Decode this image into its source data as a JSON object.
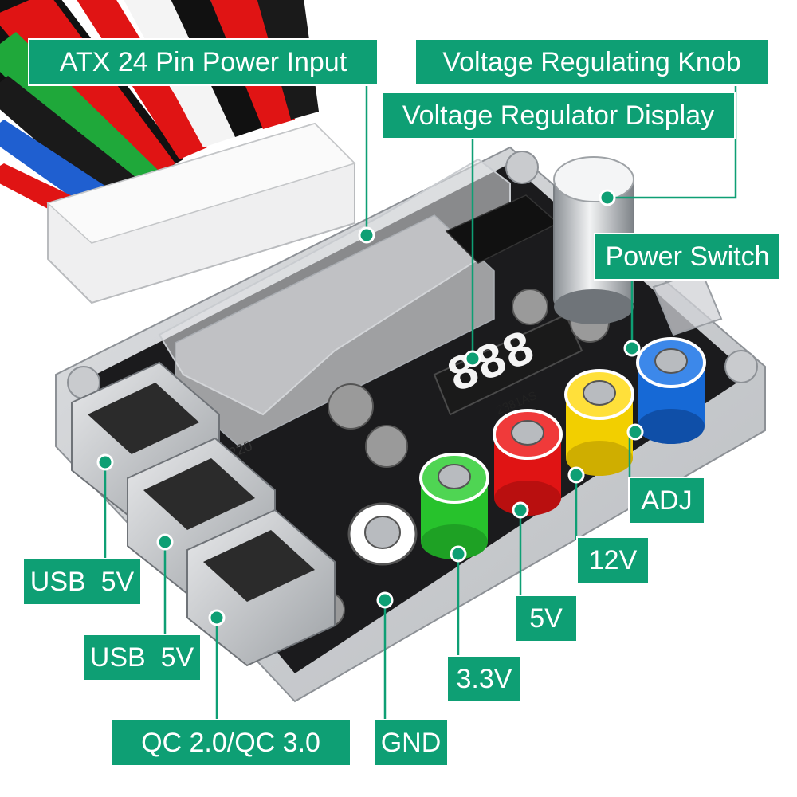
{
  "callouts": {
    "atx_input": "ATX 24 Pin Power Input",
    "knob": "Voltage Regulating Knob",
    "display": "Voltage Regulator Display",
    "power_switch": "Power Switch",
    "adj": "ADJ",
    "v12": "12V",
    "v5": "5V",
    "v33": "3.3V",
    "gnd": "GND",
    "usb_1": "USB  5V",
    "usb_2": "USB  5V",
    "qc": "QC 2.0/QC 3.0"
  },
  "pcb": {
    "display_readout": "888",
    "display_part": "2381AS",
    "inductor_mark": "220"
  },
  "colors": {
    "callout_bg": "#0e9f74",
    "callout_line": "#0e9f74",
    "pcb": "#1b1b1d",
    "post_green": "#27c22c",
    "post_red": "#e01414",
    "post_yellow": "#f2cf00",
    "post_blue": "#1669d6"
  }
}
